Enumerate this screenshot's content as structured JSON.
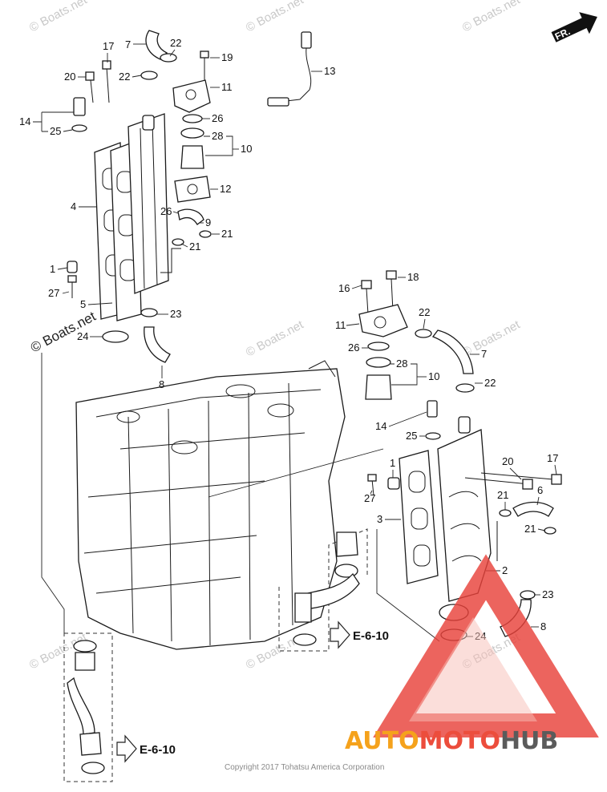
{
  "direction_label": "FR.",
  "watermark_text": "© Boats.net",
  "copyright": "Copyright 2017 Tohatsu America Corporation",
  "logo": {
    "part_a": "AUTO",
    "part_b": "MOTO",
    "part_c": "HUB",
    "color_a": "#f5a21c",
    "color_b": "#ec4d3c",
    "color_c": "#5b5b5b",
    "triangle_color": "#e8423a"
  },
  "refs": {
    "lower_left": "E-6-10",
    "center": "E-6-10"
  },
  "callouts": {
    "c17a": "17",
    "c22a": "22",
    "c7a": "7",
    "c19": "19",
    "c20a": "20",
    "c22b": "22",
    "c11a": "11",
    "c13": "13",
    "c14a": "14",
    "c25a": "25",
    "c26a": "26",
    "c28a": "28",
    "c10a": "10",
    "c4": "4",
    "c12": "12",
    "c26b": "26",
    "c9": "9",
    "c21a": "21",
    "c21b": "21",
    "c1a": "1",
    "c27a": "27",
    "c5": "5",
    "c23a": "23",
    "c24a": "24",
    "c8a": "8",
    "c16": "16",
    "c18": "18",
    "c11b": "11",
    "c22c": "22",
    "c7b": "7",
    "c26c": "26",
    "c28b": "28",
    "c10b": "10",
    "c22d": "22",
    "c14b": "14",
    "c25b": "25",
    "c1b": "1",
    "c20b": "20",
    "c17b": "17",
    "c27b": "27",
    "c6": "6",
    "c21c": "21",
    "c3": "3",
    "c21d": "21",
    "c2": "2",
    "c23b": "23",
    "c8b": "8",
    "c24b": "24"
  }
}
